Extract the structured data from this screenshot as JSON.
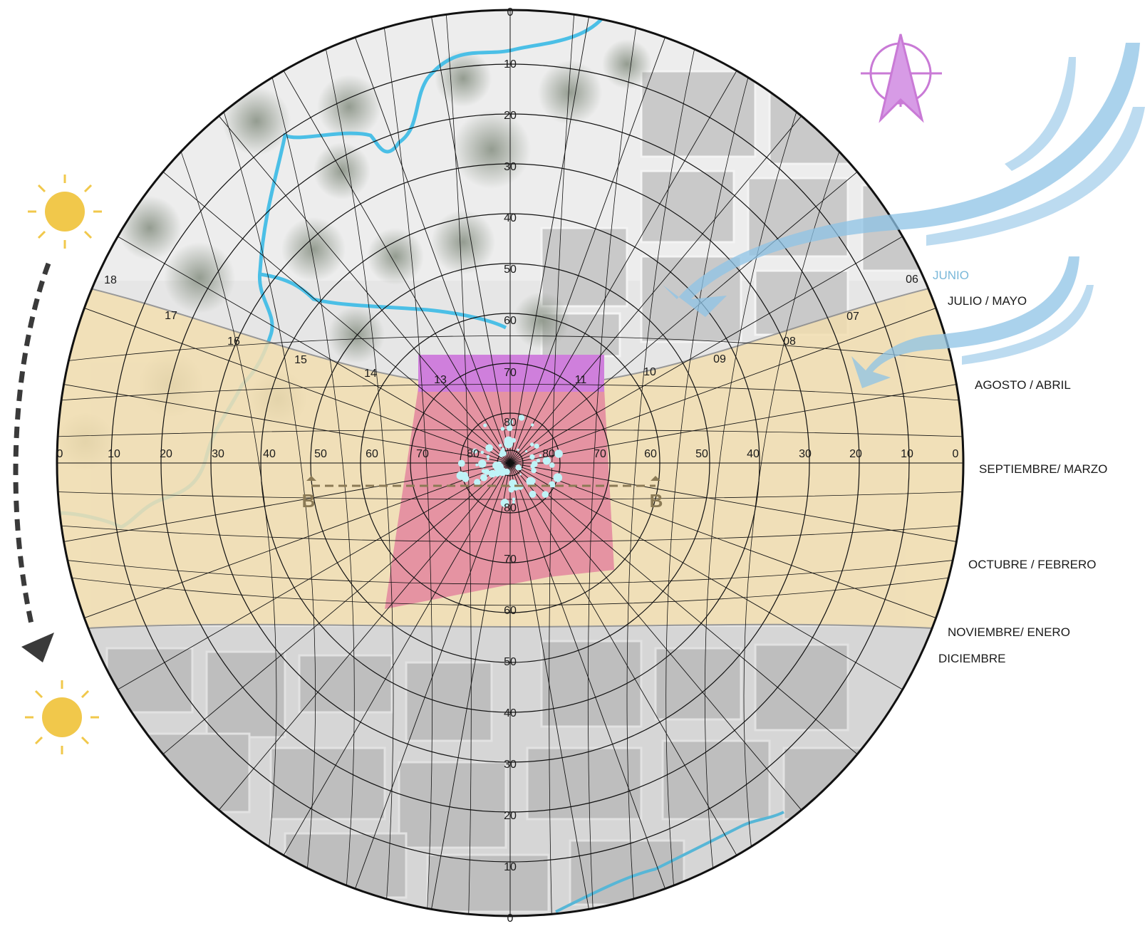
{
  "diagram": {
    "month_labels": [
      {
        "key": "junio",
        "text": "JUNIO"
      },
      {
        "key": "julio_mayo",
        "text": "JULIO / MAYO"
      },
      {
        "key": "agosto_abril",
        "text": "AGOSTO / ABRIL"
      },
      {
        "key": "septiembre_marzo",
        "text": "SEPTIEMBRE/ MARZO"
      },
      {
        "key": "octubre_febrero",
        "text": "OCTUBRE / FEBRERO"
      },
      {
        "key": "noviembre_enero",
        "text": "NOVIEMBRE/ ENERO"
      },
      {
        "key": "diciembre",
        "text": "DICIEMBRE"
      }
    ],
    "hour_labels": [
      "18",
      "17",
      "16",
      "15",
      "14",
      "13",
      "11",
      "10",
      "09",
      "08",
      "07",
      "06"
    ],
    "vertical_altitude_labels": [
      "0",
      "10",
      "20",
      "30",
      "40",
      "50",
      "60",
      "70",
      "80",
      "80",
      "70",
      "60",
      "50",
      "40",
      "30",
      "20",
      "10",
      "0"
    ],
    "horizontal_altitude_labels": [
      "0",
      "10",
      "20",
      "30",
      "40",
      "50",
      "60",
      "70",
      "80",
      "80",
      "70",
      "60",
      "50",
      "40",
      "30",
      "20",
      "10",
      "0"
    ],
    "section_marker": "B",
    "colors": {
      "summer_band": "#f2deb0",
      "site_pink": "#e48ca0",
      "site_violet": "#cf7fdc",
      "water": "#4bbfe6",
      "wind": "#8ec3e6",
      "sun": "#f1c84b",
      "compass": "#c97ad6"
    },
    "icons": [
      "sun-icon",
      "compass-icon",
      "wind-arrow-icon",
      "sun-path-arrow-icon"
    ]
  }
}
